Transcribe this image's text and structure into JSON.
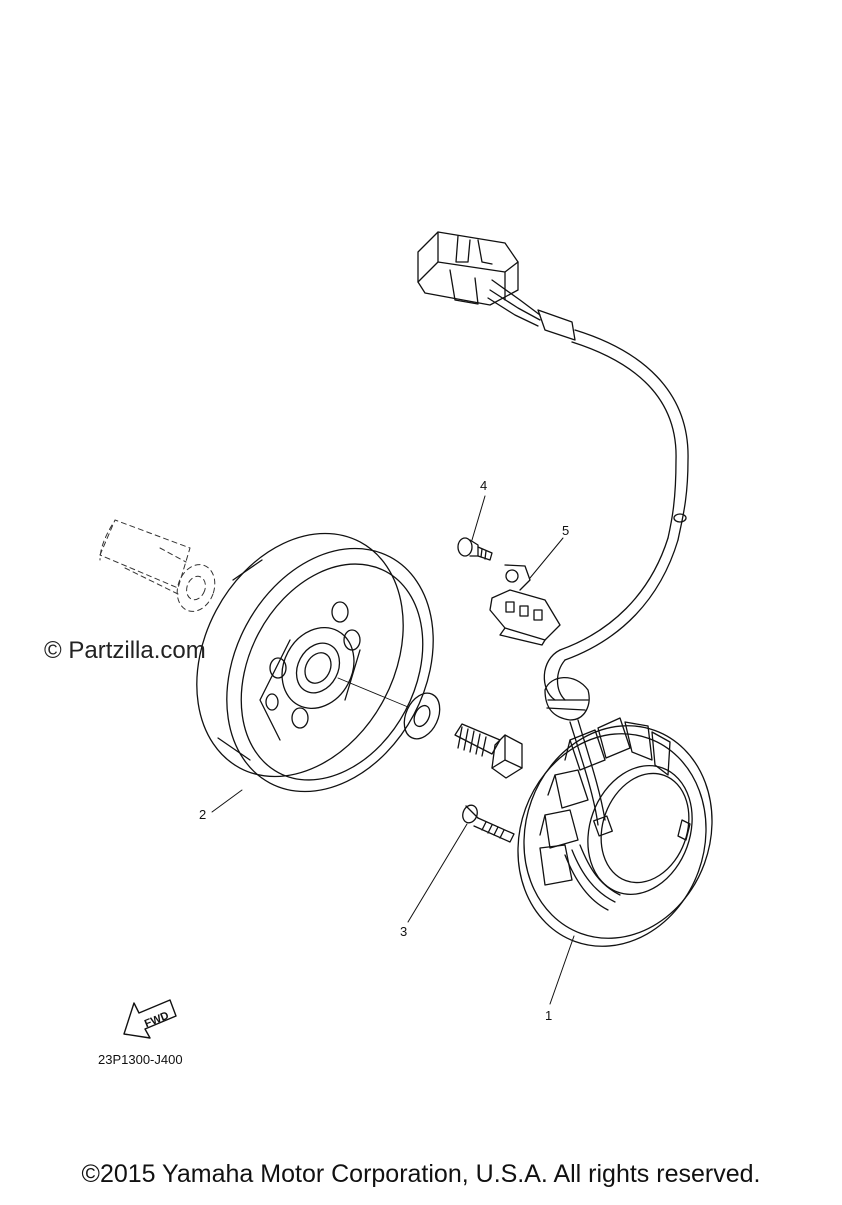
{
  "watermark": "© Partzilla.com",
  "drawing_code": "23P1300-J400",
  "copyright": "©2015 Yamaha Motor Corporation, U.S.A. All rights reserved.",
  "fwd_label": "FWD",
  "callouts": [
    {
      "id": "1",
      "label": "1"
    },
    {
      "id": "2",
      "label": "2"
    },
    {
      "id": "3",
      "label": "3"
    },
    {
      "id": "4",
      "label": "4"
    },
    {
      "id": "5",
      "label": "5"
    }
  ]
}
